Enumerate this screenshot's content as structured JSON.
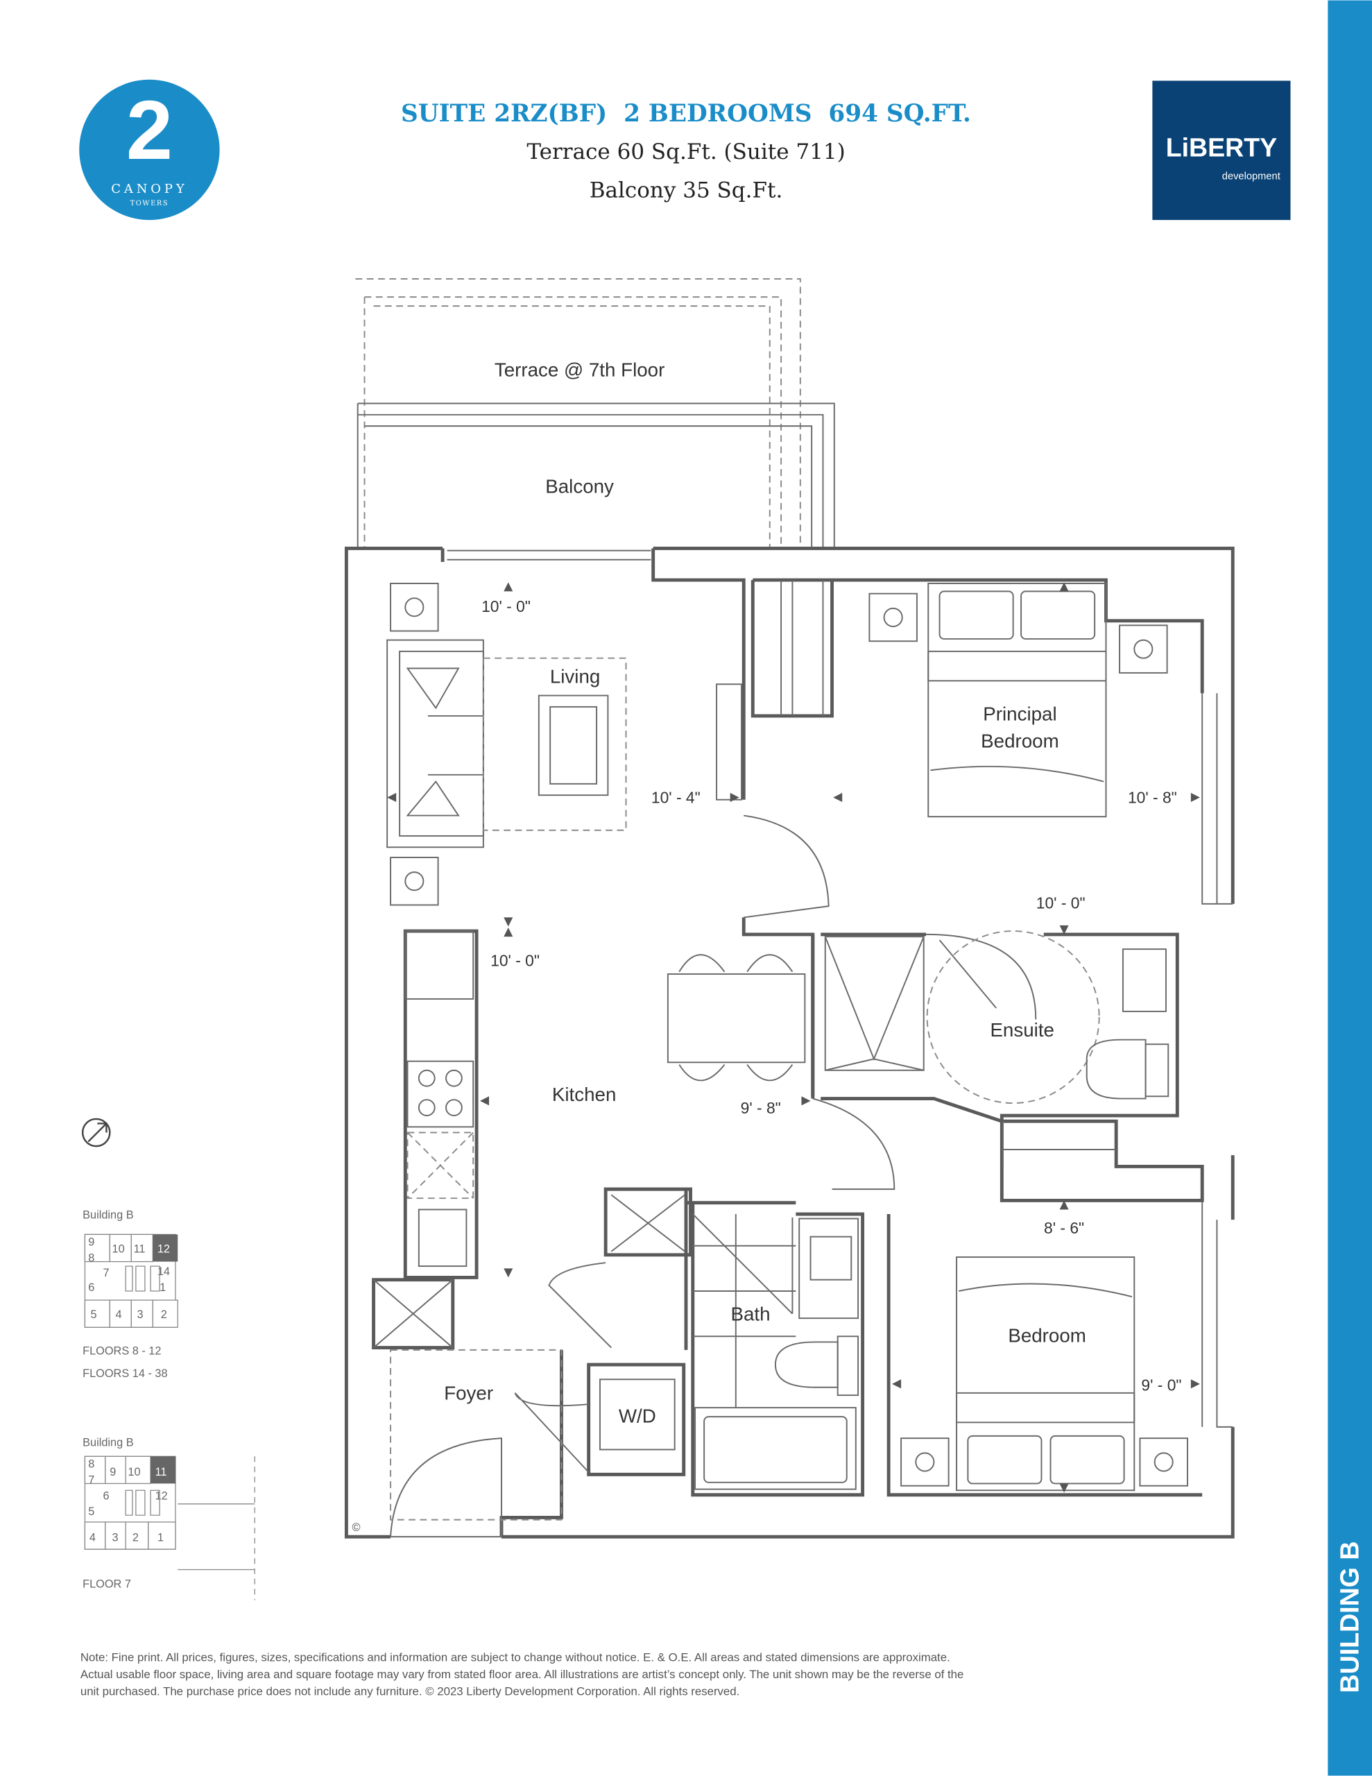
{
  "header": {
    "suite_title": "SUITE 2RZ(BF)  2 BEDROOMS  694 SQ.FT.",
    "terrace_line": "Terrace 60 Sq.Ft. (Suite 711)",
    "balcony_line": "Balcony 35 Sq.Ft."
  },
  "canopy_logo": {
    "number": "2",
    "name": "CANOPY",
    "sub": "TOWERS"
  },
  "liberty_logo": {
    "name": "LiBERTY",
    "sub": "development"
  },
  "side_bar": {
    "label": "BUILDING B"
  },
  "colors": {
    "accent": "#1a8dc8",
    "liberty": "#0a4275",
    "wall": "#5a5a5a"
  },
  "plan": {
    "rooms": {
      "terrace": "Terrace @ 7th Floor",
      "balcony": "Balcony",
      "living": "Living",
      "principal_1": "Principal",
      "principal_2": "Bedroom",
      "ensuite": "Ensuite",
      "kitchen": "Kitchen",
      "bath": "Bath",
      "bedroom": "Bedroom",
      "foyer": "Foyer",
      "wd": "W/D"
    },
    "dims": {
      "living_ceiling": "10' - 0\"",
      "living_width": "10' - 4\"",
      "principal_width": "10' - 8\"",
      "principal_depth": "10' - 0\"",
      "kitchen_ceiling": "10' - 0\"",
      "dining": "9' - 8\"",
      "bedroom_depth": "8' - 6\"",
      "bedroom_width": "9' - 0\""
    },
    "copyright_mark": "©"
  },
  "keyplans": [
    {
      "title": "Building B",
      "units": [
        "9",
        "8",
        "10",
        "11",
        "12",
        "7",
        "14",
        "6",
        "1",
        "5",
        "4",
        "3",
        "2"
      ],
      "highlighted": "12",
      "floors": [
        "FLOORS 8 - 12",
        "FLOORS 14 - 38"
      ]
    },
    {
      "title": "Building B",
      "units": [
        "8",
        "7",
        "9",
        "10",
        "11",
        "6",
        "12",
        "5",
        "4",
        "3",
        "2",
        "1"
      ],
      "highlighted": "11",
      "floors": [
        "FLOOR 7"
      ]
    }
  ],
  "footer": {
    "line1": "Note: Fine print. All prices, figures, sizes, specifications and information are subject to change without notice. E. & O.E. All areas and stated dimensions are approximate.",
    "line2": "Actual usable floor space, living area and square footage may vary from stated floor area. All illustrations are artist’s concept only. The unit shown may be the reverse of the",
    "line3": "unit purchased. The purchase price does not include any furniture. © 2023 Liberty Development Corporation. All rights reserved."
  }
}
